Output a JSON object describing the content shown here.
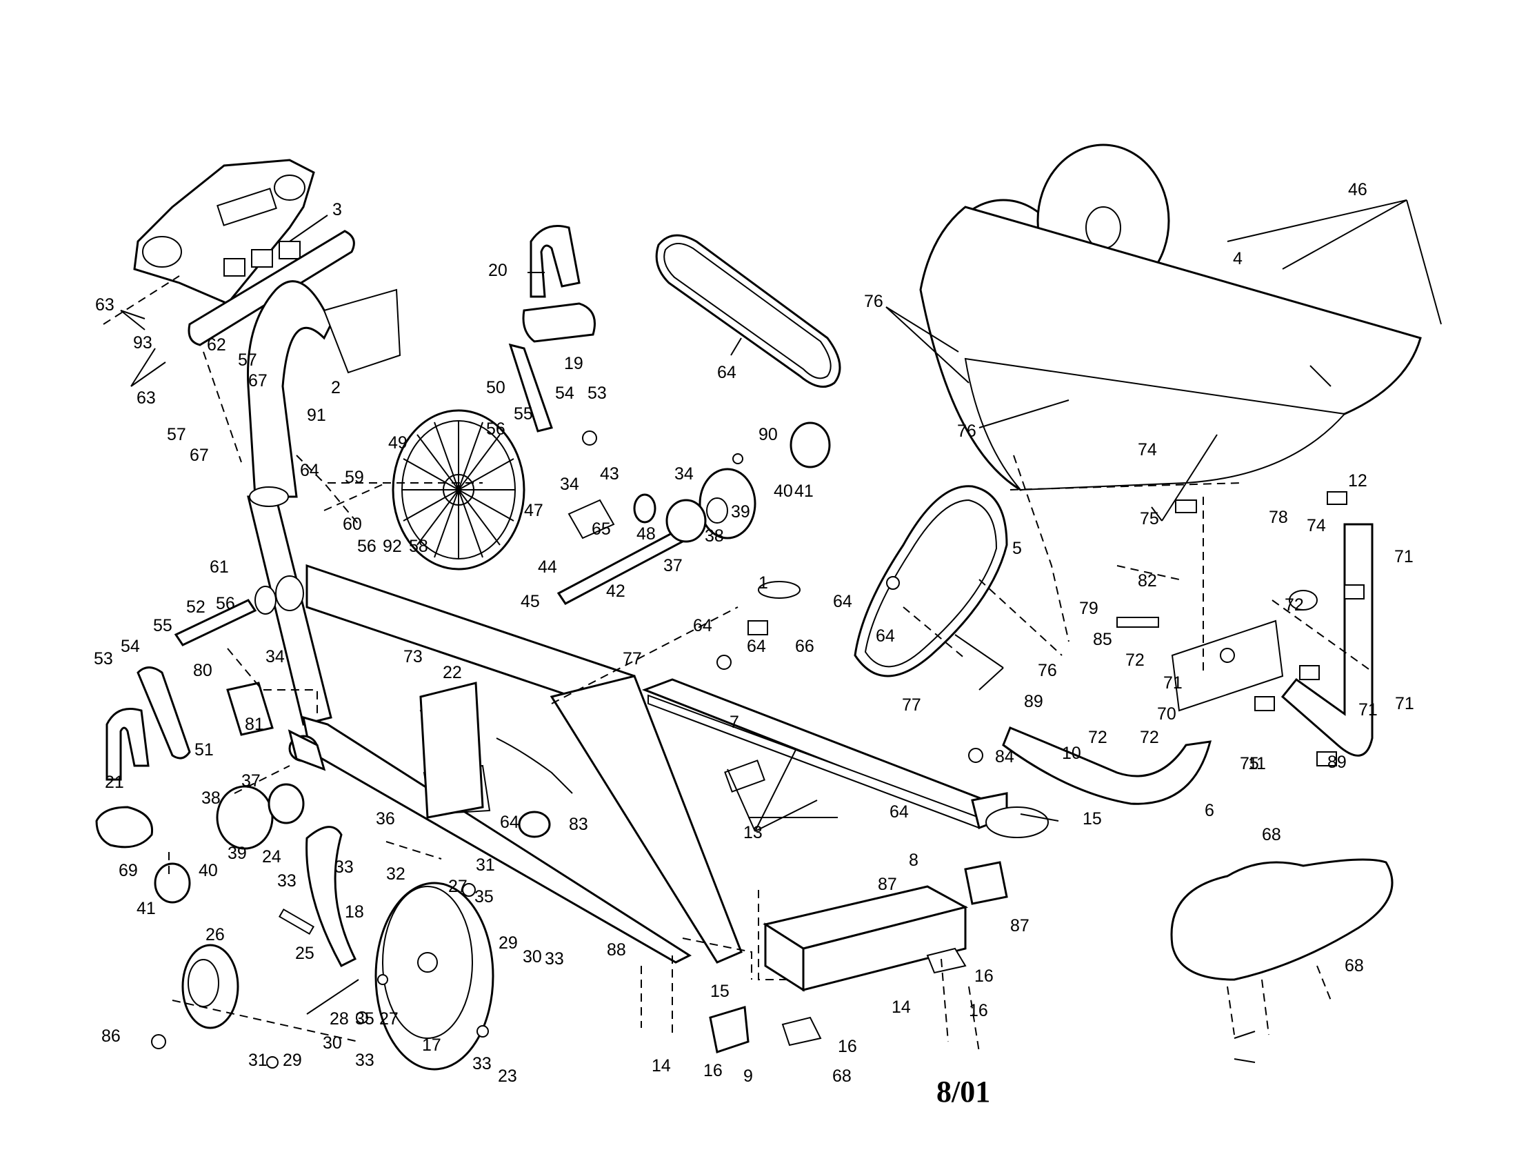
{
  "drawing": {
    "date_stamp": "8/01"
  },
  "callouts": [
    "3",
    "63",
    "93",
    "63",
    "62",
    "57",
    "57",
    "67",
    "67",
    "2",
    "91",
    "64",
    "59",
    "60",
    "61",
    "56",
    "92",
    "58",
    "56",
    "52",
    "55",
    "54",
    "53",
    "34",
    "80",
    "81",
    "51",
    "21",
    "37",
    "38",
    "69",
    "41",
    "40",
    "39",
    "24",
    "36",
    "33",
    "32",
    "33",
    "25",
    "18",
    "26",
    "86",
    "31",
    "29",
    "30",
    "33",
    "28",
    "35",
    "27",
    "17",
    "27",
    "35",
    "31",
    "29",
    "30",
    "33",
    "33",
    "23",
    "20",
    "19",
    "50",
    "54",
    "53",
    "55",
    "56",
    "49",
    "34",
    "43",
    "47",
    "44",
    "48",
    "65",
    "45",
    "42",
    "34",
    "37",
    "38",
    "39",
    "40",
    "41",
    "90",
    "64",
    "73",
    "22",
    "64",
    "83",
    "64",
    "77",
    "64",
    "66",
    "1",
    "7",
    "64",
    "64",
    "77",
    "13",
    "84",
    "15",
    "8",
    "87",
    "87",
    "88",
    "15",
    "14",
    "16",
    "16",
    "14",
    "16",
    "16",
    "9",
    "68",
    "64",
    "76",
    "5",
    "76",
    "4",
    "46",
    "76",
    "74",
    "75",
    "12",
    "78",
    "74",
    "79",
    "82",
    "85",
    "72",
    "72",
    "71",
    "71",
    "71",
    "72",
    "72",
    "71",
    "70",
    "11",
    "75",
    "6",
    "10",
    "89",
    "89",
    "68",
    "68"
  ]
}
